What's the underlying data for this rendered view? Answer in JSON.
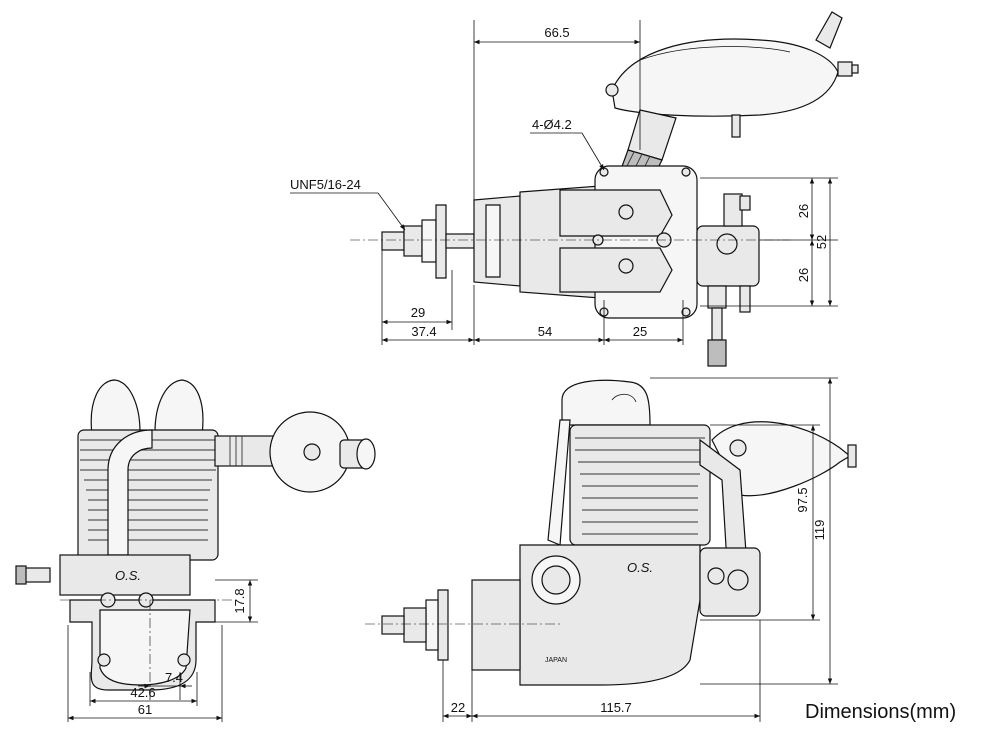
{
  "labels": {
    "top_dims": {
      "width_66_5": "66.5",
      "mount_holes": "4-Ø4.2",
      "thread": "UNF5/16-24",
      "len_29": "29",
      "len_37_4": "37.4",
      "len_54": "54",
      "len_25": "25",
      "half_upper_26": "26",
      "half_lower_26": "26",
      "total_52": "52"
    },
    "front_dims": {
      "height_17_8": "17.8",
      "offset_7_4": "7.4",
      "width_42_6": "42.6",
      "width_61": "61"
    },
    "side_dims": {
      "height_97_5": "97.5",
      "height_119": "119",
      "len_22": "22",
      "len_115_7": "115.7"
    },
    "markings": {
      "logo_front": "O.S.",
      "logo_side": "O.S.",
      "origin": "JAPAN"
    },
    "units_caption": "Dimensions(mm)"
  },
  "colors": {
    "ink": "#111111",
    "metal": "#e9e9e9",
    "shadow": "#bdbdbd"
  }
}
